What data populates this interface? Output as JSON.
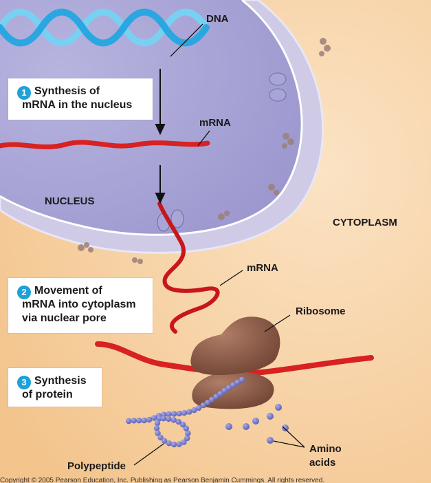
{
  "labels": {
    "dna": "DNA",
    "mrna_top": "mRNA",
    "nucleus": "NUCLEUS",
    "cytoplasm": "CYTOPLASM",
    "mrna_mid": "mRNA",
    "ribosome": "Ribosome",
    "amino_line1": "Amino",
    "amino_line2": "acids",
    "polypeptide": "Polypeptide"
  },
  "steps": [
    {
      "number": "1",
      "line1": "Synthesis of",
      "line2": "mRNA in the nucleus",
      "line3": ""
    },
    {
      "number": "2",
      "line1": "Movement of",
      "line2": "mRNA into cytoplasm",
      "line3": "via nuclear pore"
    },
    {
      "number": "3",
      "line1": "Synthesis",
      "line2": "of protein",
      "line3": ""
    }
  ],
  "copyright": "Copyright © 2005 Pearson Education, Inc. Publishing as Pearson Benjamin Cummings. All rights reserved.",
  "colors": {
    "cytoplasm": "#f6cd9a",
    "nucleus": "#a9a6d6",
    "envelope": "#d9d6ee",
    "dna": "#38b6e8",
    "mrna": "#d82121",
    "ribosome": "#8a5a45",
    "amino_acid": "#6f72c9",
    "step_badge": "#1ea1d9"
  }
}
